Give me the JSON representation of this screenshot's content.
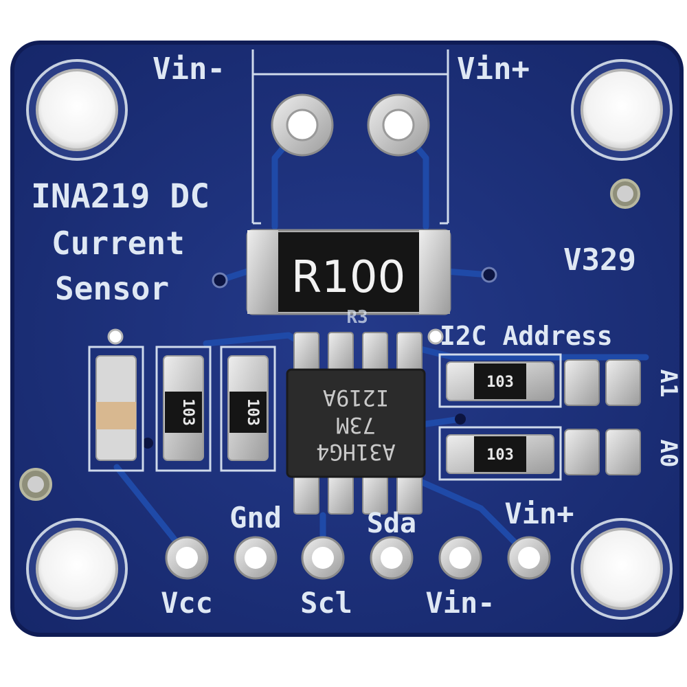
{
  "board": {
    "title_line1": "INA219 DC",
    "title_line2": "Current",
    "title_line3": "Sensor",
    "version": "V329",
    "terminal_left_label": "Vin-",
    "terminal_right_label": "Vin+",
    "i2c_label": "I2C Address",
    "addr_a1": "A1",
    "addr_a0": "A0",
    "shunt_marking": "R100",
    "shunt_ref": "R3",
    "chip_line1": "I219A",
    "chip_line2": "73M",
    "chip_line3": "A31HG4",
    "resistor_marking": "103",
    "header_top_labels": [
      "Gnd",
      "Sda",
      "Vin+"
    ],
    "header_bottom_labels": [
      "Vcc",
      "Scl",
      "Vin-"
    ],
    "colors": {
      "pcb": "#1d2f78",
      "silkscreen": "#dfe8f4",
      "pad": "#c8c8c8",
      "shunt_body": "#1a1a1a",
      "chip_body": "#2a2a2a"
    }
  }
}
